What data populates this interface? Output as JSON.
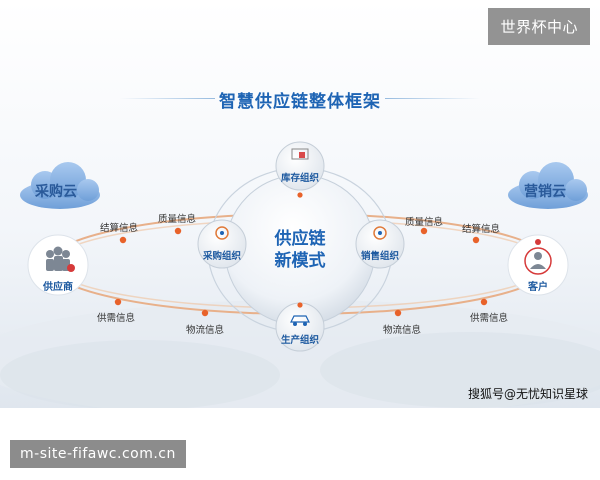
{
  "header": {
    "badge": "世界杯中心"
  },
  "footer": {
    "url": "m-site-fifawc.com.cn"
  },
  "diagram": {
    "title": "智慧供应链整体框架",
    "center": {
      "line1": "供应链",
      "line2": "新模式"
    },
    "clouds": {
      "left": "采购云",
      "right": "营销云"
    },
    "nodes": {
      "top": "库存组织",
      "left": "采购组织",
      "right": "销售组织",
      "bottom": "生产组织"
    },
    "endpoints": {
      "left": "供应商",
      "right": "客户"
    },
    "flow_labels": {
      "upper_left_1": "结算信息",
      "upper_left_2": "质量信息",
      "upper_right_1": "质量信息",
      "upper_right_2": "结算信息",
      "lower_left_1": "供需信息",
      "lower_left_2": "物流信息",
      "lower_right_1": "物流信息",
      "lower_right_2": "供需信息"
    },
    "watermark": "搜狐号@无忧知识星球",
    "colors": {
      "primary_blue": "#1e64b4",
      "dot_orange": "#e8622a",
      "customer_red": "#d63a3a"
    }
  }
}
